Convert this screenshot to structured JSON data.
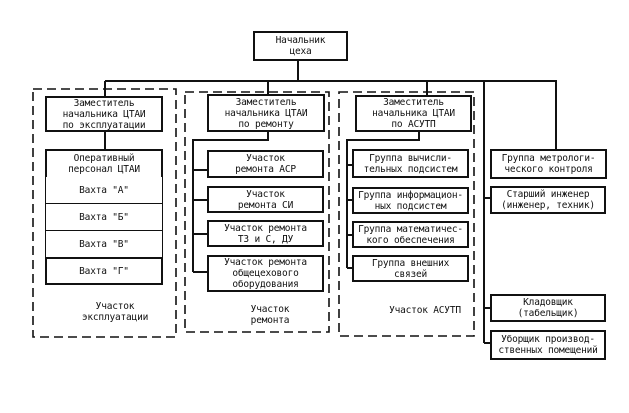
{
  "diagram": {
    "type": "org-chart",
    "root": {
      "id": "head",
      "text": "Начальник\nцеха"
    },
    "sections": [
      {
        "id": "operations",
        "deputy": "Заместитель\nначальника ЦТАИ\nпо эксплуатации",
        "caption": "Участок\nэксплуатации",
        "staff_head": "Оперативный\nперсонал ЦТАИ",
        "items": [
          "Вахта \"А\"",
          "Вахта \"Б\"",
          "Вахта \"В\"",
          "Вахта \"Г\""
        ]
      },
      {
        "id": "repair",
        "deputy": "Заместитель\nначальника ЦТАИ\nпо ремонту",
        "caption": "Участок\nремонта",
        "items": [
          "Участок\nремонта АСР",
          "Участок\nремонта СИ",
          "Участок ремонта\nТЗ и С, ДУ",
          "Участок ремонта\nобщецехового\nоборудования"
        ]
      },
      {
        "id": "asutp",
        "deputy": "Заместитель\nначальника ЦТАИ\nпо АСУТП",
        "caption": "Участок АСУТП",
        "items": [
          "Группа вычисли-\nтельных подсистем",
          "Группа информацион-\nных подсистем",
          "Группа математичес-\nкого обеспечения",
          "Группа внешних\nсвязей"
        ]
      }
    ],
    "direct_reports": [
      "Группа метрологи-\nческого контроля",
      "Старший инженер\n(инженер, техник)",
      "Кладовщик\n(табельщик)",
      "Уборщик производ-\nственных помещений"
    ],
    "colors": {
      "line": "#111111",
      "background": "#ffffff"
    }
  }
}
